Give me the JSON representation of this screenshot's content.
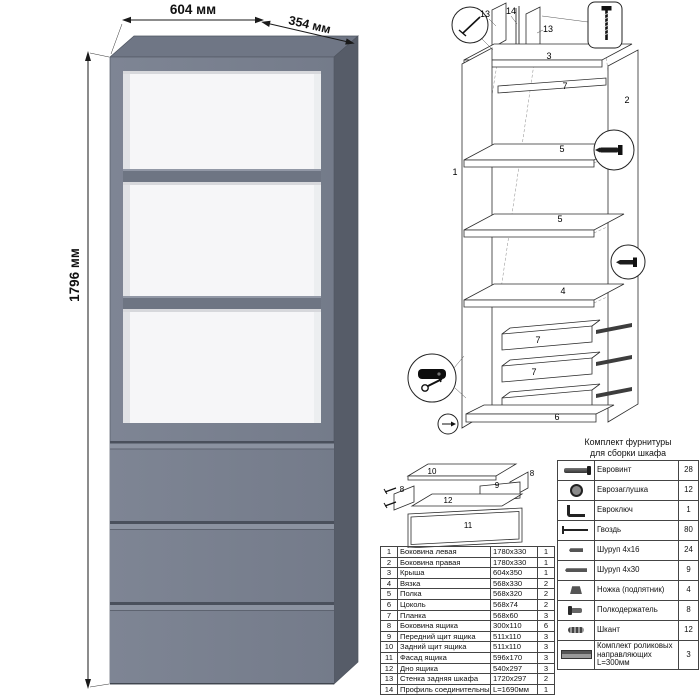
{
  "dimensions": {
    "width": "604 мм",
    "depth": "354 мм",
    "height": "1796 мм"
  },
  "exploded": {
    "labels": [
      "14",
      "13",
      "13",
      "3",
      "7",
      "2",
      "5",
      "1",
      "5",
      "4",
      "7",
      "7",
      "6"
    ]
  },
  "drawer_diagram": {
    "labels": [
      "10",
      "8",
      "9",
      "8",
      "11",
      "12"
    ]
  },
  "parts_table": {
    "rows": [
      {
        "num": "1",
        "name": "Боковина левая",
        "size": "1780x330",
        "qty": "1"
      },
      {
        "num": "2",
        "name": "Боковина правая",
        "size": "1780x330",
        "qty": "1"
      },
      {
        "num": "3",
        "name": "Крыша",
        "size": "604x350",
        "qty": "1"
      },
      {
        "num": "4",
        "name": "Вязка",
        "size": "568x330",
        "qty": "2"
      },
      {
        "num": "5",
        "name": "Полка",
        "size": "568x320",
        "qty": "2"
      },
      {
        "num": "6",
        "name": "Цоколь",
        "size": "568x74",
        "qty": "2"
      },
      {
        "num": "7",
        "name": "Планка",
        "size": "568x60",
        "qty": "3"
      },
      {
        "num": "8",
        "name": "Боковина ящика",
        "size": "300x110",
        "qty": "6"
      },
      {
        "num": "9",
        "name": "Передний щит ящика",
        "size": "511x110",
        "qty": "3"
      },
      {
        "num": "10",
        "name": "Задний щит ящика",
        "size": "511x110",
        "qty": "3"
      },
      {
        "num": "11",
        "name": "Фасад ящика",
        "size": "596x170",
        "qty": "3"
      },
      {
        "num": "12",
        "name": "Дно ящика",
        "size": "540x297",
        "qty": "3"
      },
      {
        "num": "13",
        "name": "Стенка задняя шкафа",
        "size": "1720x297",
        "qty": "2"
      },
      {
        "num": "14",
        "name": "Профиль соединительный",
        "size": "L=1690мм",
        "qty": "1"
      }
    ]
  },
  "hardware_table": {
    "title_line1": "Комплект фурнитуры",
    "title_line2": "для сборки шкафа",
    "rows": [
      {
        "name": "Евровинт",
        "qty": "28",
        "icon": "euroscrew"
      },
      {
        "name": "Еврозаглушка",
        "qty": "12",
        "icon": "plug"
      },
      {
        "name": "Евроключ",
        "qty": "1",
        "icon": "eurokey"
      },
      {
        "name": "Гвоздь",
        "qty": "80",
        "icon": "nail"
      },
      {
        "name": "Шуруп 4x16",
        "qty": "24",
        "icon": "screw-short"
      },
      {
        "name": "Шуруп 4x30",
        "qty": "9",
        "icon": "screw-long"
      },
      {
        "name": "Ножка (подпятник)",
        "qty": "4",
        "icon": "leg"
      },
      {
        "name": "Полкодержатель",
        "qty": "8",
        "icon": "shelf-holder"
      },
      {
        "name": "Шкант",
        "qty": "12",
        "icon": "dowel"
      },
      {
        "name": "Комплект роликовых направляющих L=300мм",
        "qty": "3",
        "icon": "rail"
      }
    ]
  }
}
